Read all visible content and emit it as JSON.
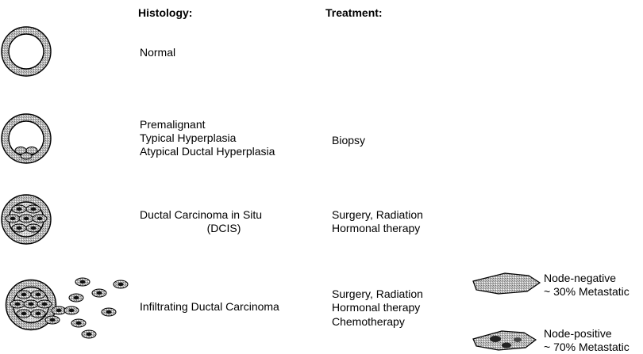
{
  "headers": {
    "histology": "Histology:",
    "treatment": "Treatment:"
  },
  "stages": [
    {
      "histology": [
        "Normal"
      ],
      "treatment": []
    },
    {
      "histology": [
        "Premalignant",
        "Typical Hyperplasia",
        "Atypical Ductal Hyperplasia"
      ],
      "treatment": [
        "Biopsy"
      ]
    },
    {
      "histology": [
        "Ductal Carcinoma in Situ",
        "(DCIS)"
      ],
      "treatment": [
        "Surgery, Radiation",
        "Hormonal therapy"
      ]
    },
    {
      "histology": [
        "Infiltrating Ductal Carcinoma"
      ],
      "treatment": [
        "Surgery, Radiation",
        "Hormonal therapy",
        "Chemotherapy"
      ]
    }
  ],
  "legend": [
    {
      "label": "Node-negative",
      "detail": "~ 30% Metastatic"
    },
    {
      "label": "Node-positive",
      "detail": "~ 70% Metastatic"
    }
  ]
}
